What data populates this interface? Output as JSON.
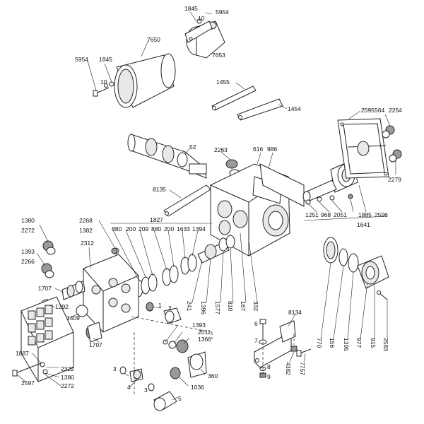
{
  "labels": {
    "l1845a": "1845",
    "l10a": "10",
    "l5954a": "5954",
    "l7653": "7653",
    "l7650": "7650",
    "l5954b": "5954",
    "l1845b": "1845",
    "l10b": "10",
    "l1455": "1455",
    "l1454": "1454",
    "l2595": "2595",
    "l564": "564",
    "l2254": "2254",
    "l52": "52",
    "l2263": "2263",
    "l616": "616",
    "l986": "986",
    "l2279": "2279",
    "l8135": "8135",
    "l1251": "1251",
    "l968": "968",
    "l2051": "2051",
    "l1885": "1885",
    "l2596": "2596",
    "l1641": "1641",
    "l1827": "1827",
    "l1380a": "1380",
    "l2272a": "2272",
    "l2268": "2268",
    "l1382": "1382",
    "l880a": "880",
    "l200a": "200",
    "l209": "209",
    "l880b": "880",
    "l200b": "200",
    "l1633": "1633",
    "l1394": "1394",
    "l2312": "2312",
    "l1393a": "1393",
    "l2266": "2266",
    "l1707a": "1707",
    "l1392": "1392",
    "l1409": "1409",
    "l2": "2",
    "l1": "1",
    "l241": "241",
    "l1396": "1396",
    "l1577": "1577",
    "l810": "810",
    "l167": "167",
    "l332": "332",
    "l770": "770",
    "l156": "156",
    "l1395": "1395",
    "l977": "977",
    "l915": "915",
    "l2583": "2583",
    "l8134": "8134",
    "l6": "6",
    "l7": "7",
    "l8": "8",
    "l9": "9",
    "l4382": "4382",
    "l7757": "7757",
    "l1393b": "1393",
    "l2011": "2011",
    "l1366": "1366",
    "l1707b": "1707",
    "l1887": "1887",
    "l2322": "2322",
    "l1380b": "1380",
    "l2597": "2597",
    "l2272b": "2272",
    "l3a": "3",
    "l4": "4",
    "l3b": "3",
    "l5": "5",
    "l360": "360",
    "l1036": "1036"
  }
}
